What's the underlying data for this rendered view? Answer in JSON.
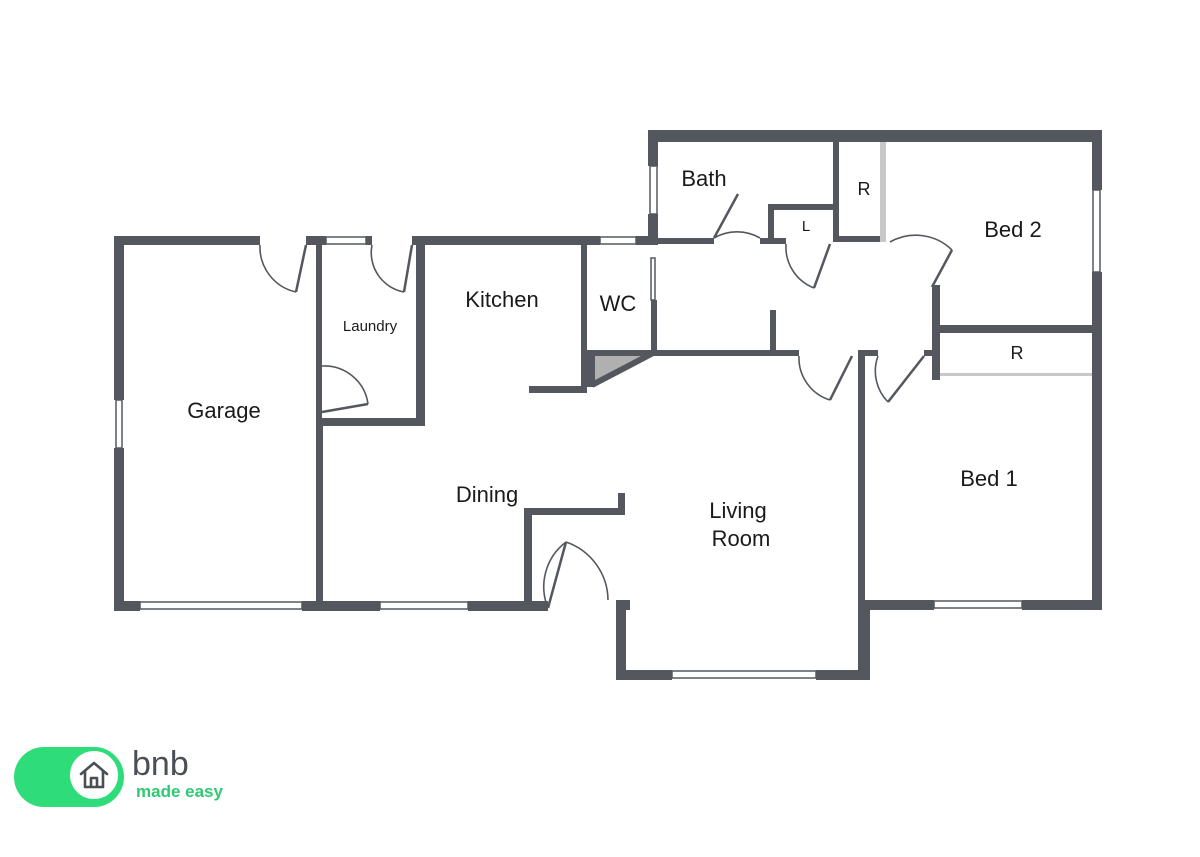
{
  "colors": {
    "wall": "#54585e",
    "door": "#54585e",
    "fixture": "#b0b0b0",
    "brand_green": "#2fdc7a",
    "brand_dark": "#4a4f55"
  },
  "rooms": {
    "garage": "Garage",
    "laundry": "Laundry",
    "kitchen": "Kitchen",
    "wc": "WC",
    "bath": "Bath",
    "linen": "L",
    "robe_bed2": "R",
    "bed2": "Bed 2",
    "robe_bed1": "R",
    "bed1": "Bed 1",
    "dining": "Dining",
    "living_line1": "Living",
    "living_line2": "Room"
  },
  "logo": {
    "name": "bnb",
    "tagline": "made easy",
    "icon": "house-icon"
  }
}
